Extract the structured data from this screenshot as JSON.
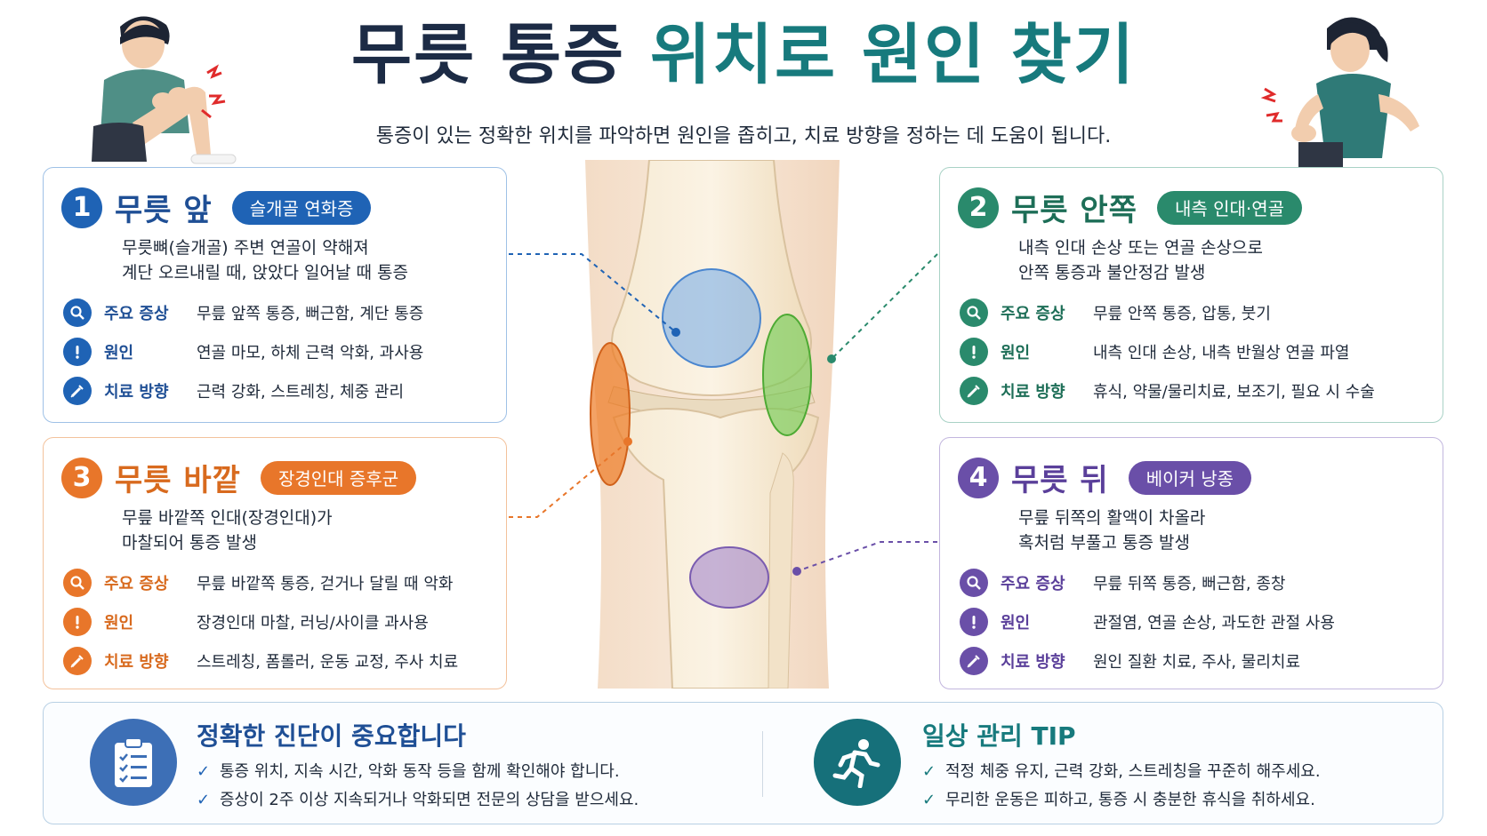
{
  "header": {
    "title_part1": "무릇 통증",
    "title_part2": "위치로 원인 찾기",
    "subtitle": "통증이 있는 정확한 위치를 파악하면 원인을 좁히고, 치료 방향을 정하는 데 도움이 됩니다."
  },
  "colors": {
    "blue": "#1f63b5",
    "green": "#2a8a6c",
    "orange": "#e8762a",
    "purple": "#6a4fa8",
    "teal": "#177a7d"
  },
  "cards": [
    {
      "number": "1",
      "title": "무릇 앞",
      "tag": "슬개골 연화증",
      "desc": [
        "무릇뼈(슬개골) 주변 연골이 약해져",
        "계단 오르내릴 때, 앉았다 일어날 때 통증"
      ],
      "rows": [
        {
          "icon": "search-icon",
          "label": "주요 증상",
          "text": "무릎 앞쪽 통증, 뻐근함, 계단 통증"
        },
        {
          "icon": "exclamation-icon",
          "label": "원인",
          "text": "연골 마모, 하체 근력 악화, 과사용"
        },
        {
          "icon": "syringe-icon",
          "label": "치료 방향",
          "text": "근력 강화, 스트레칭, 체중 관리"
        }
      ]
    },
    {
      "number": "2",
      "title": "무릇 안쪽",
      "tag": "내측 인대·연골",
      "desc": [
        "내측 인대 손상 또는 연골 손상으로",
        "안쪽 통증과 불안정감 발생"
      ],
      "rows": [
        {
          "icon": "search-icon",
          "label": "주요 증상",
          "text": "무릎 안쪽 통증, 압통, 붓기"
        },
        {
          "icon": "exclamation-icon",
          "label": "원인",
          "text": "내측 인대 손상, 내측 반월상 연골 파열"
        },
        {
          "icon": "syringe-icon",
          "label": "치료 방향",
          "text": "휴식, 약물/물리치료, 보조기, 필요 시 수술"
        }
      ]
    },
    {
      "number": "3",
      "title": "무릇 바깥",
      "tag": "장경인대 증후군",
      "desc": [
        "무릎 바깥쪽 인대(장경인대)가",
        "마찰되어 통증 발생"
      ],
      "rows": [
        {
          "icon": "search-icon",
          "label": "주요 증상",
          "text": "무릎 바깥쪽 통증, 걷거나 달릴 때 악화"
        },
        {
          "icon": "exclamation-icon",
          "label": "원인",
          "text": "장경인대 마찰, 러닝/사이클 과사용"
        },
        {
          "icon": "syringe-icon",
          "label": "치료 방향",
          "text": "스트레칭, 폼롤러, 운동 교정, 주사 치료"
        }
      ]
    },
    {
      "number": "4",
      "title": "무릇 뒤",
      "tag": "베이커 낭종",
      "desc": [
        "무릎 뒤쪽의 활액이 차올라",
        "혹처럼 부풀고 통증 발생"
      ],
      "rows": [
        {
          "icon": "search-icon",
          "label": "주요 증상",
          "text": "무릎 뒤쪽 통증, 뻐근함, 종창"
        },
        {
          "icon": "exclamation-icon",
          "label": "원인",
          "text": "관절염, 연골 손상, 과도한 관절 사용"
        },
        {
          "icon": "syringe-icon",
          "label": "치료 방향",
          "text": "원인 질환 치료, 주사, 물리치료"
        }
      ]
    }
  ],
  "bottom": {
    "diagnosis": {
      "icon": "clipboard-icon",
      "title": "정확한 진단이 중요합니다",
      "items": [
        "통증 위치, 지속 시간, 악화 동작 등을 함께 확인해야 합니다.",
        "증상이 2주 이상 지속되거나 악화되면 전문의 상담을 받으세요."
      ]
    },
    "tip": {
      "icon": "running-icon",
      "title": "일상 관리 TIP",
      "items": [
        "적정 체중 유지, 근력 강화, 스트레칭을 꾸준히 해주세요.",
        "무리한 운동은 피하고, 통증 시 충분한 휴식을 취하세요."
      ]
    },
    "check_mark": "✓"
  }
}
